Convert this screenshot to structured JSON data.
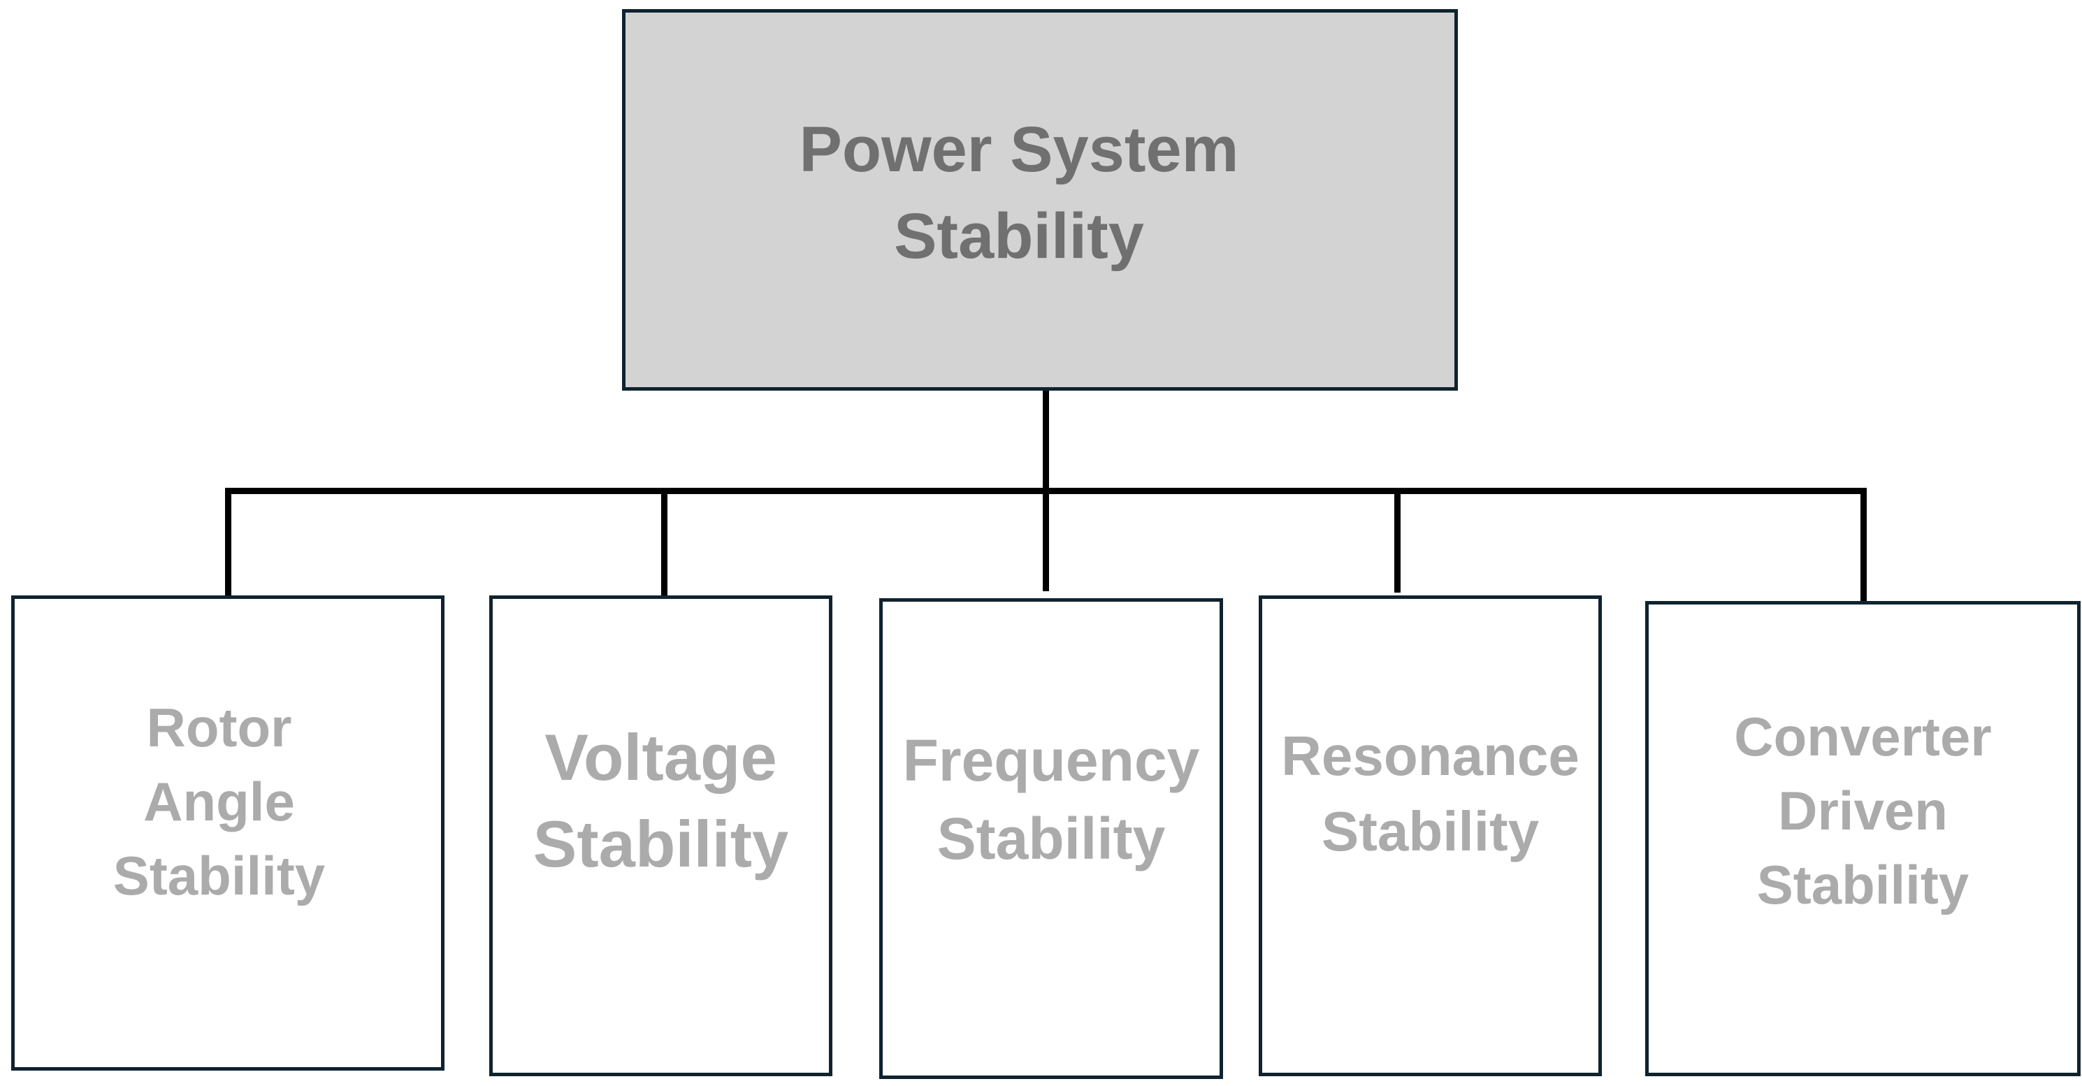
{
  "diagram": {
    "type": "hierarchy",
    "root": {
      "label": "Power System\nStability",
      "fill_color": "#d3d3d3",
      "text_color": "#707070"
    },
    "children": [
      {
        "label": "Rotor\nAngle\nStability"
      },
      {
        "label": "Voltage\nStability"
      },
      {
        "label": "Frequency\nStability"
      },
      {
        "label": "Resonance\nStability"
      },
      {
        "label": "Converter\nDriven\nStability"
      }
    ],
    "child_text_color": "#ababab",
    "border_color": "#0f2330",
    "connector_color": "#000000"
  }
}
